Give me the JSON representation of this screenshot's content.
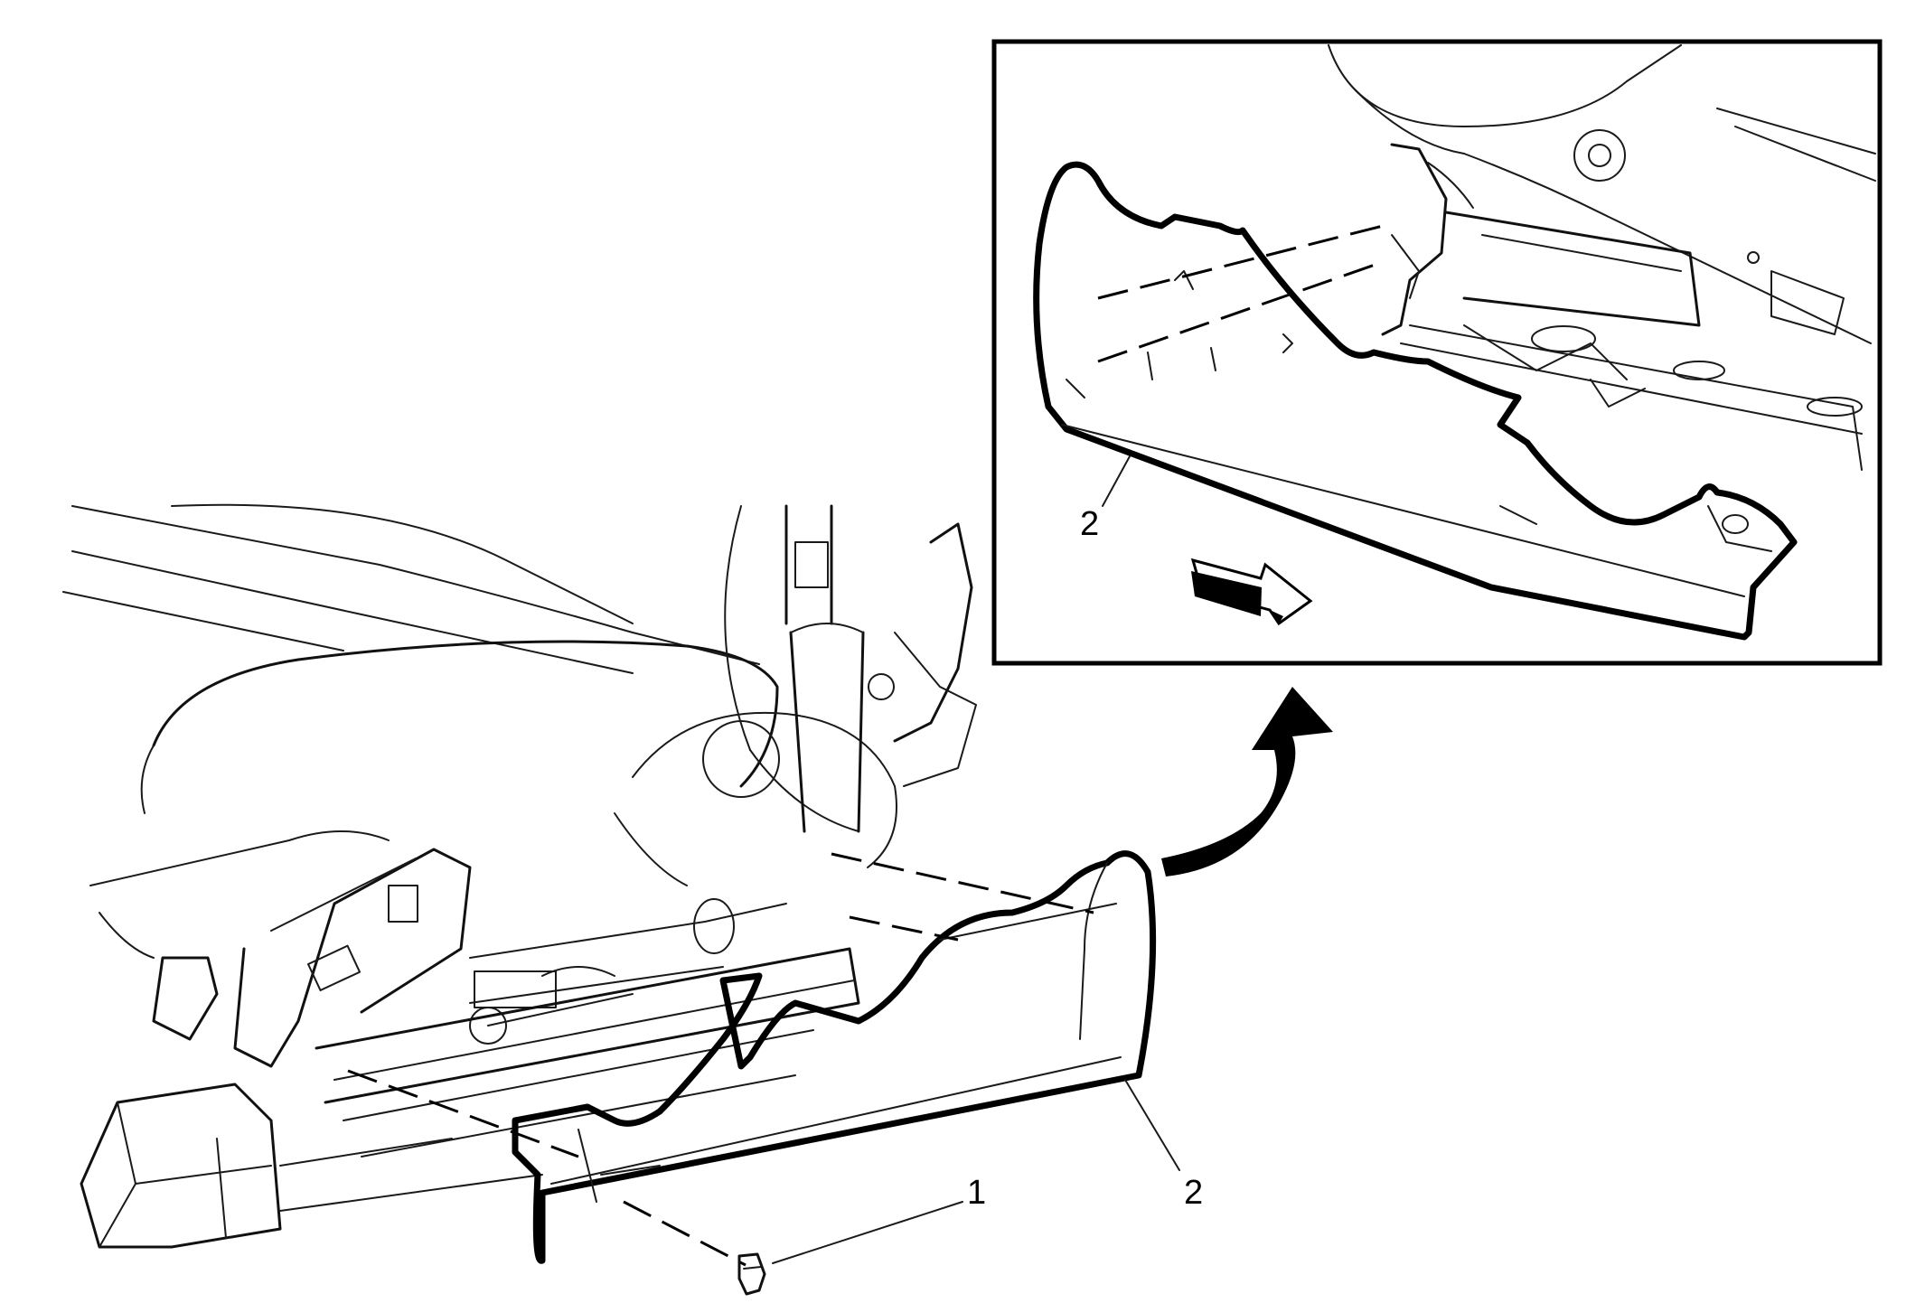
{
  "callouts": {
    "fastener": "1",
    "trim_panel": "2",
    "trim_panel_inset": "2"
  }
}
